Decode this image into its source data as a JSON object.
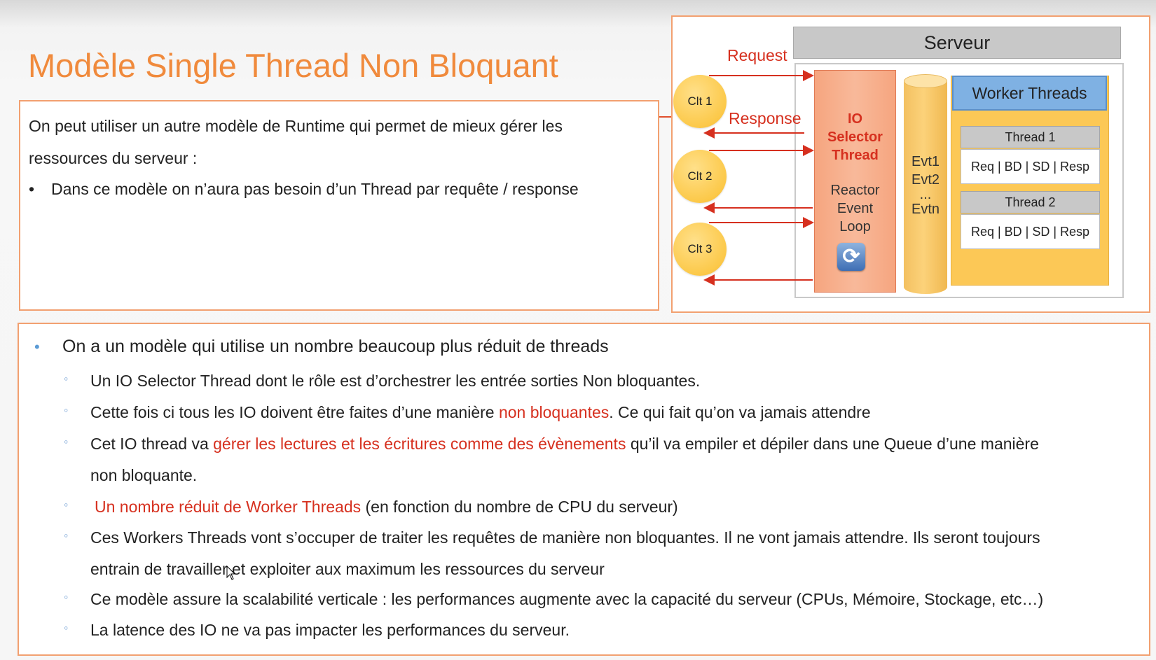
{
  "slide": {
    "title": "Modèle Single Thread Non Bloquant",
    "intro": {
      "text": "On peut utiliser un autre modèle de Runtime qui permet de mieux gérer les ressources du serveur :",
      "bullet": "Dans ce modèle on n’aura pas besoin d’un Thread par requête / response"
    },
    "diagram": {
      "server_label": "Serveur",
      "request_label": "Request",
      "response_label": "Response",
      "clients": [
        "Clt 1",
        "Clt 2",
        "Clt 3"
      ],
      "io_selector": {
        "title_1": "IO",
        "title_2": "Selector",
        "title_3": "Thread",
        "sub_1": "Reactor",
        "sub_2": "Event",
        "sub_3": "Loop",
        "icon": "refresh-icon"
      },
      "queue": {
        "evt1": "Evt1",
        "evt2": "Evt2",
        "dots": "...",
        "evtn": "Evtn"
      },
      "workers": {
        "header": "Worker Threads",
        "threads": [
          {
            "name": "Thread 1",
            "steps": "Req | BD | SD | Resp"
          },
          {
            "name": "Thread 2",
            "steps": "Req | BD | SD | Resp"
          }
        ]
      }
    },
    "main_bullet": "On a un modèle qui utilise un nombre beaucoup plus réduit de threads",
    "sub_bullets": {
      "b1": "Un IO Selector Thread dont le rôle est d’orchestrer les entrée sorties Non bloquantes.",
      "b2_pre": "Cette fois ci tous les IO doivent être faites d’une manière ",
      "b2_red": "non bloquantes",
      "b2_post": ". Ce qui fait qu’on va jamais attendre",
      "b3_pre": "Cet IO thread va ",
      "b3_red": "gérer les lectures et les écritures comme des évènements",
      "b3_post": " qu’il va empiler et dépiler dans une Queue d’une manière",
      "b3_line2": "non bloquante.",
      "b4_red": "Un nombre réduit de Worker Threads",
      "b4_post": " (en fonction du nombre de CPU du serveur)",
      "b5_line1": "Ces Workers Threads vont s’occuper de traiter les requêtes de manière non bloquantes. Il ne vont jamais attendre. Ils seront toujours",
      "b5_line2": "entrain de travailler et exploiter aux maximum les ressources du serveur",
      "b6": "Ce modèle assure la scalabilité verticale : les performances augmente avec la capacité du serveur (CPUs, Mémoire, Stockage, etc…)",
      "b7": "La latence des IO ne va pas impacter les performances du serveur."
    },
    "colors": {
      "title": "#f08a3c",
      "accent_red": "#d6301f",
      "border": "#f2a070"
    }
  }
}
